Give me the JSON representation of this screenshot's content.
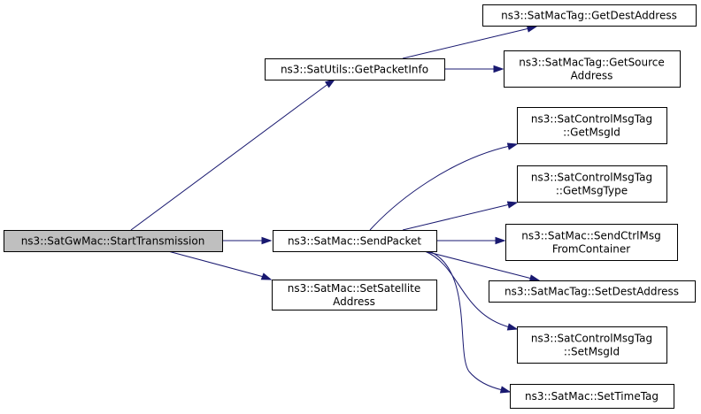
{
  "nodes": {
    "start_transmission": {
      "lines": [
        "ns3::SatGwMac::StartTransmission"
      ]
    },
    "get_packet_info": {
      "lines": [
        "ns3::SatUtils::GetPacketInfo"
      ]
    },
    "send_packet": {
      "lines": [
        "ns3::SatMac::SendPacket"
      ]
    },
    "set_satellite_address": {
      "lines": [
        "ns3::SatMac::SetSatellite",
        "Address"
      ]
    },
    "get_dest_address": {
      "lines": [
        "ns3::SatMacTag::GetDestAddress"
      ]
    },
    "get_source_address": {
      "lines": [
        "ns3::SatMacTag::GetSource",
        "Address"
      ]
    },
    "get_msg_id": {
      "lines": [
        "ns3::SatControlMsgTag",
        "::GetMsgId"
      ]
    },
    "get_msg_type": {
      "lines": [
        "ns3::SatControlMsgTag",
        "::GetMsgType"
      ]
    },
    "send_ctrl_msg": {
      "lines": [
        "ns3::SatMac::SendCtrlMsg",
        "FromContainer"
      ]
    },
    "set_dest_address": {
      "lines": [
        "ns3::SatMacTag::SetDestAddress"
      ]
    },
    "set_msg_id": {
      "lines": [
        "ns3::SatControlMsgTag",
        "::SetMsgId"
      ]
    },
    "set_time_tag": {
      "lines": [
        "ns3::SatMac::SetTimeTag"
      ]
    }
  },
  "colors": {
    "edge": "#191970",
    "root_fill": "#bfbfbf",
    "node_fill": "#ffffff",
    "node_border": "#000000"
  }
}
